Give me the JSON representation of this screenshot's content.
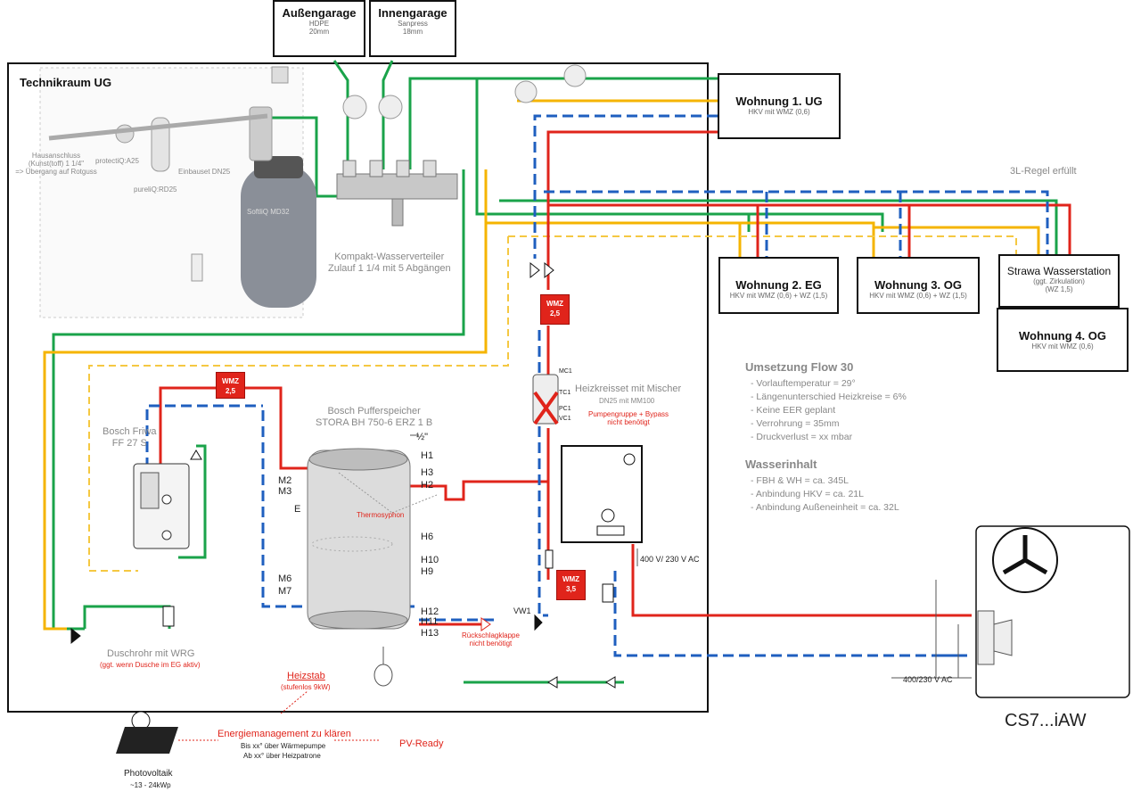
{
  "top_boxes": {
    "aussen": {
      "title": "Außengarage",
      "sub1": "HDPE",
      "sub2": "20mm"
    },
    "innen": {
      "title": "Innengarage",
      "sub1": "Sanpress",
      "sub2": "18mm"
    }
  },
  "technikraum": {
    "title": "Technikraum UG"
  },
  "apartments": {
    "ug": {
      "title": "Wohnung 1. UG",
      "sub": "HKV mit WMZ (0,6)"
    },
    "eg": {
      "title": "Wohnung 2. EG",
      "sub": "HKV mit WMZ (0,6) + WZ (1,5)"
    },
    "og3": {
      "title": "Wohnung 3. OG",
      "sub": "HKV mit WMZ  (0,6) + WZ (1,5)"
    },
    "strawa": {
      "title": "Strawa Wasserstation",
      "sub1": "(ggt. Zirkulation)",
      "sub2": "(WZ 1,5)"
    },
    "og4": {
      "title": "Wohnung 4. OG",
      "sub": "HKV mit WMZ (0,6)"
    }
  },
  "regel": "3L-Regel erfüllt",
  "components": {
    "hausanschluss": [
      "Hausanschluss",
      "(Kunst(toff) 1 1/4\"",
      "=> Übergang auf Rotguss"
    ],
    "protectiq": "protectiQ:A25",
    "pureliq": "pureliQ:RD25",
    "einbauset": "Einbauset DN25",
    "softliq": "SoftliQ MD32",
    "verteiler": [
      "Kompakt-Wasserverteiler",
      "Zulauf 1 1/4 mit 5 Abgängen"
    ],
    "friwa": [
      "Bosch Friwa",
      "FF 27 S"
    ],
    "puffer": [
      "Bosch Pufferspeicher",
      "STORA BH 750-6 ERZ 1 B"
    ],
    "heizkreis": [
      "Heizkreisset mit Mischer",
      "DN25 mit MM100"
    ],
    "pumpengruppe": [
      "Pumpengruppe + Bypass",
      "nicht benötigt"
    ],
    "thermosyphon": "Thermosyphon",
    "rueckschlag": [
      "Rückschlagklappe",
      "nicht benötigt"
    ],
    "vw1": "VW1",
    "duschrohr": "Duschrohr mit WRG",
    "duschrohr_note": "(ggt. wenn Dusche im EG aktiv)",
    "heizstab": "Heizstab",
    "heizstab_note": "(stufenlos 9kW)",
    "voltage1": "400 V/ 230 V AC",
    "voltage2": "400/230 V AC",
    "heatpump": "CS7...iAW"
  },
  "tank_ports": {
    "right": [
      "½\"",
      "H1",
      "H3",
      "H2",
      "H6",
      "H10",
      "H9",
      "H12",
      "H11",
      "H13"
    ],
    "left": [
      "M2",
      "M3",
      "E",
      "M6",
      "M7"
    ]
  },
  "valve_ports": [
    "MC1",
    "TC1",
    "PC1",
    "VC1"
  ],
  "wmz_badges": [
    {
      "label": "WMZ",
      "value": "2,5"
    },
    {
      "label": "WMZ",
      "value": "2,5"
    },
    {
      "label": "WMZ",
      "value": "3,5"
    }
  ],
  "flow30": {
    "title": "Umsetzung Flow 30",
    "items": [
      "- Vorlauftemperatur = 29°",
      "- Längenunterschied Heizkreise = 6%",
      "- Keine EER geplant",
      "- Verrohrung = 35mm",
      "- Druckverlust = xx mbar"
    ]
  },
  "wasserinhalt": {
    "title": "Wasserinhalt",
    "items": [
      "- FBH & WH = ca. 345L",
      "- Anbindung HKV = ca. 21L",
      "- Anbindung Außeneinheit = ca. 32L"
    ]
  },
  "pv": {
    "title": "Photovoltaik",
    "sub": "~13 - 24kWp"
  },
  "energie": {
    "title": "Energiemanagement zu klären",
    "line1": "Bis xx° über Wärmepumpe",
    "line2": "Ab xx° über Heizpatrone"
  },
  "pv_ready": "PV-Ready",
  "colors": {
    "supply": "#e0241b",
    "return": "#1f5fbf",
    "cold": "#1aa34a",
    "warm": "#f5b400",
    "warm_dashed": "#f5c842"
  }
}
